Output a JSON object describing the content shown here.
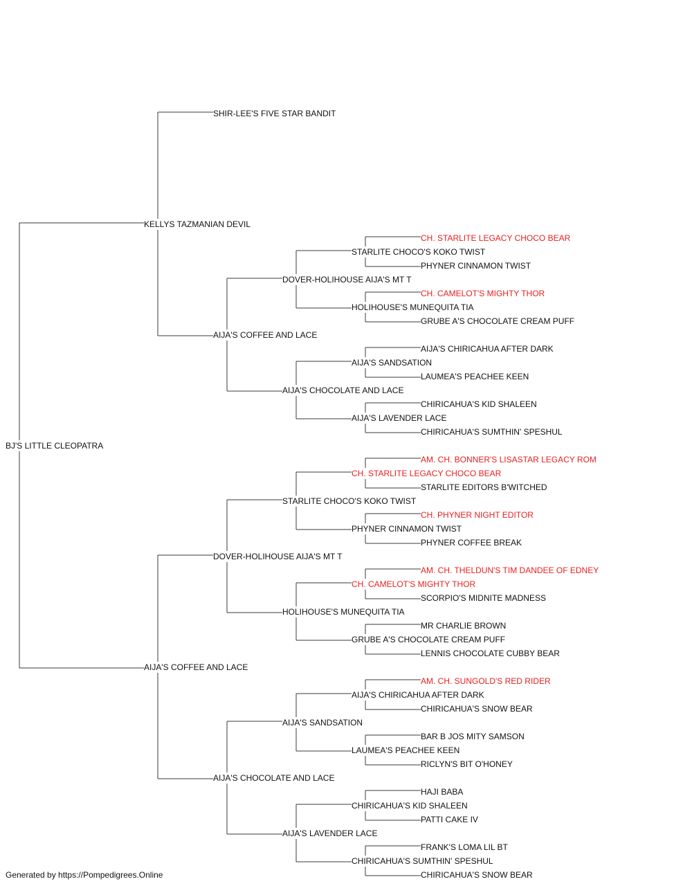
{
  "colors": {
    "line": "#3a3a3a",
    "text": "#111111",
    "champion": "#e8201f"
  },
  "footer": "Generated by https://Pompedigrees.Online",
  "pedigree": {
    "name": "BJ'S LITTLE CLEOPATRA",
    "sire": {
      "name": "KELLYS TAZMANIAN DEVIL",
      "sire": {
        "name": "SHIR-LEE'S FIVE STAR BANDIT"
      },
      "dam": {
        "name": "AIJA'S COFFEE AND LACE",
        "sire": {
          "name": "DOVER-HOLIHOUSE AIJA'S MT T",
          "sire": {
            "name": "STARLITE CHOCO'S KOKO TWIST",
            "sire": {
              "name": "CH. STARLITE LEGACY CHOCO BEAR",
              "champion": true
            },
            "dam": {
              "name": "PHYNER CINNAMON TWIST"
            }
          },
          "dam": {
            "name": "HOLIHOUSE'S MUNEQUITA TIA",
            "sire": {
              "name": "CH. CAMELOT'S MIGHTY THOR",
              "champion": true
            },
            "dam": {
              "name": "GRUBE A'S CHOCOLATE CREAM PUFF"
            }
          }
        },
        "dam": {
          "name": "AIJA'S CHOCOLATE AND LACE",
          "sire": {
            "name": "AIJA'S SANDSATION",
            "sire": {
              "name": "AIJA'S CHIRICAHUA AFTER DARK"
            },
            "dam": {
              "name": "LAUMEA'S PEACHEE KEEN"
            }
          },
          "dam": {
            "name": "AIJA'S LAVENDER LACE",
            "sire": {
              "name": "CHIRICAHUA'S KID SHALEEN"
            },
            "dam": {
              "name": "CHIRICAHUA'S SUMTHIN' SPESHUL"
            }
          }
        }
      }
    },
    "dam": {
      "name": "AIJA'S COFFEE AND LACE",
      "sire": {
        "name": "DOVER-HOLIHOUSE AIJA'S MT T",
        "sire": {
          "name": "STARLITE CHOCO'S KOKO TWIST",
          "sire": {
            "name": "CH. STARLITE LEGACY CHOCO BEAR",
            "champion": true,
            "sire": {
              "name": "AM. CH. BONNER'S LISASTAR LEGACY ROM",
              "champion": true
            },
            "dam": {
              "name": "STARLITE EDITORS B'WITCHED"
            }
          },
          "dam": {
            "name": "PHYNER CINNAMON TWIST",
            "sire": {
              "name": "CH. PHYNER NIGHT EDITOR",
              "champion": true
            },
            "dam": {
              "name": "PHYNER COFFEE BREAK"
            }
          }
        },
        "dam": {
          "name": "HOLIHOUSE'S MUNEQUITA TIA",
          "sire": {
            "name": "CH. CAMELOT'S MIGHTY THOR",
            "champion": true,
            "sire": {
              "name": "AM. CH. THELDUN'S TIM DANDEE OF EDNEY",
              "champion": true
            },
            "dam": {
              "name": "SCORPIO'S MIDNITE MADNESS"
            }
          },
          "dam": {
            "name": "GRUBE A'S CHOCOLATE CREAM PUFF",
            "sire": {
              "name": "MR CHARLIE BROWN"
            },
            "dam": {
              "name": "LENNIS CHOCOLATE CUBBY BEAR"
            }
          }
        }
      },
      "dam": {
        "name": "AIJA'S CHOCOLATE AND LACE",
        "sire": {
          "name": "AIJA'S SANDSATION",
          "sire": {
            "name": "AIJA'S CHIRICAHUA AFTER DARK",
            "sire": {
              "name": "AM. CH. SUNGOLD'S RED RIDER",
              "champion": true
            },
            "dam": {
              "name": "CHIRICAHUA'S SNOW BEAR"
            }
          },
          "dam": {
            "name": "LAUMEA'S PEACHEE KEEN",
            "sire": {
              "name": "BAR B JOS MITY SAMSON"
            },
            "dam": {
              "name": "RICLYN'S BIT O'HONEY"
            }
          }
        },
        "dam": {
          "name": "AIJA'S LAVENDER LACE",
          "sire": {
            "name": "CHIRICAHUA'S KID SHALEEN",
            "sire": {
              "name": "HAJI BABA"
            },
            "dam": {
              "name": "PATTI CAKE IV"
            }
          },
          "dam": {
            "name": "CHIRICAHUA'S SUMTHIN' SPESHUL",
            "sire": {
              "name": "FRANK'S LOMA LIL BT"
            },
            "dam": {
              "name": "CHIRICAHUA'S SNOW BEAR"
            }
          }
        }
      }
    }
  }
}
